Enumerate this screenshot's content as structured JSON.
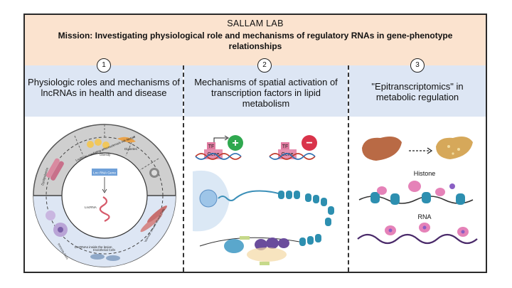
{
  "header": {
    "lab": "SALLAM LAB",
    "mission": "Mission: Investigating physiological role and mechanisms of regulatory RNAs in gene-phenotype relationships"
  },
  "columns": [
    {
      "number": "1",
      "title": "Physiologic roles and mechanisms of lncRNAs in health and disease"
    },
    {
      "number": "2",
      "title": "Mechanisms of spatial activation of transcription factors in lipid metabolism"
    },
    {
      "number": "3",
      "title": "\"Epitranscriptomics\" in metabolic regulation"
    }
  ],
  "panel1": {
    "obesity": "Obesity",
    "diabetes": "Diabetes",
    "dyslipidemia": "Dyslipidemia",
    "ring_label": "LncRNAs mediating atherosclerosis risk factors",
    "gene_box": "Lnc RNA Gene",
    "lncrna": "LncRNA",
    "inside_lesion": "LncRNAs inside the lesion",
    "immune_cells": "Immune Cells",
    "endothelial_cells": "Endothelial Cells",
    "smooth_muscle": "Vascular Smooth Muscle Cells"
  },
  "panel2": {
    "tf": "TF",
    "gene": "Gene",
    "plus": "+",
    "minus": "−"
  },
  "panel3": {
    "histone": "Histone",
    "rna": "RNA"
  },
  "colors": {
    "header_bg": "#fbe3cf",
    "band_bg": "#dde6f4",
    "activate": "#2fa84f",
    "repress": "#d9334a",
    "tf_box": "#e07aa0",
    "histone": "#2d8fb0"
  }
}
